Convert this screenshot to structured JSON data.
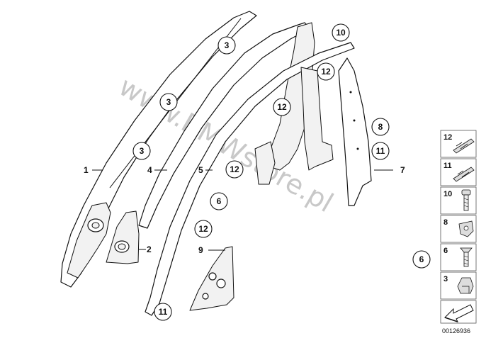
{
  "watermark": "www.BMWstore.pl",
  "diagram_id": "00126936",
  "callouts": {
    "c3a": "3",
    "c3b": "3",
    "c3c": "3",
    "c10": "10",
    "c12a": "12",
    "c12b": "12",
    "c12c": "12",
    "c12d": "12",
    "c8": "8",
    "c11a": "11",
    "c11b": "11",
    "c6a": "6",
    "c6b": "6"
  },
  "labels": {
    "l1": "1",
    "l2": "2",
    "l4": "4",
    "l5": "5",
    "l7": "7",
    "l9": "9"
  },
  "legend": [
    {
      "number": "12",
      "icon": "double-clip-icon"
    },
    {
      "number": "11",
      "icon": "clip-icon"
    },
    {
      "number": "10",
      "icon": "screw-icon"
    },
    {
      "number": "8",
      "icon": "nut-clip-icon"
    },
    {
      "number": "6",
      "icon": "countersunk-screw-icon"
    },
    {
      "number": "3",
      "icon": "bracket-clip-icon"
    },
    {
      "number": "",
      "icon": "arrow-icon"
    }
  ]
}
